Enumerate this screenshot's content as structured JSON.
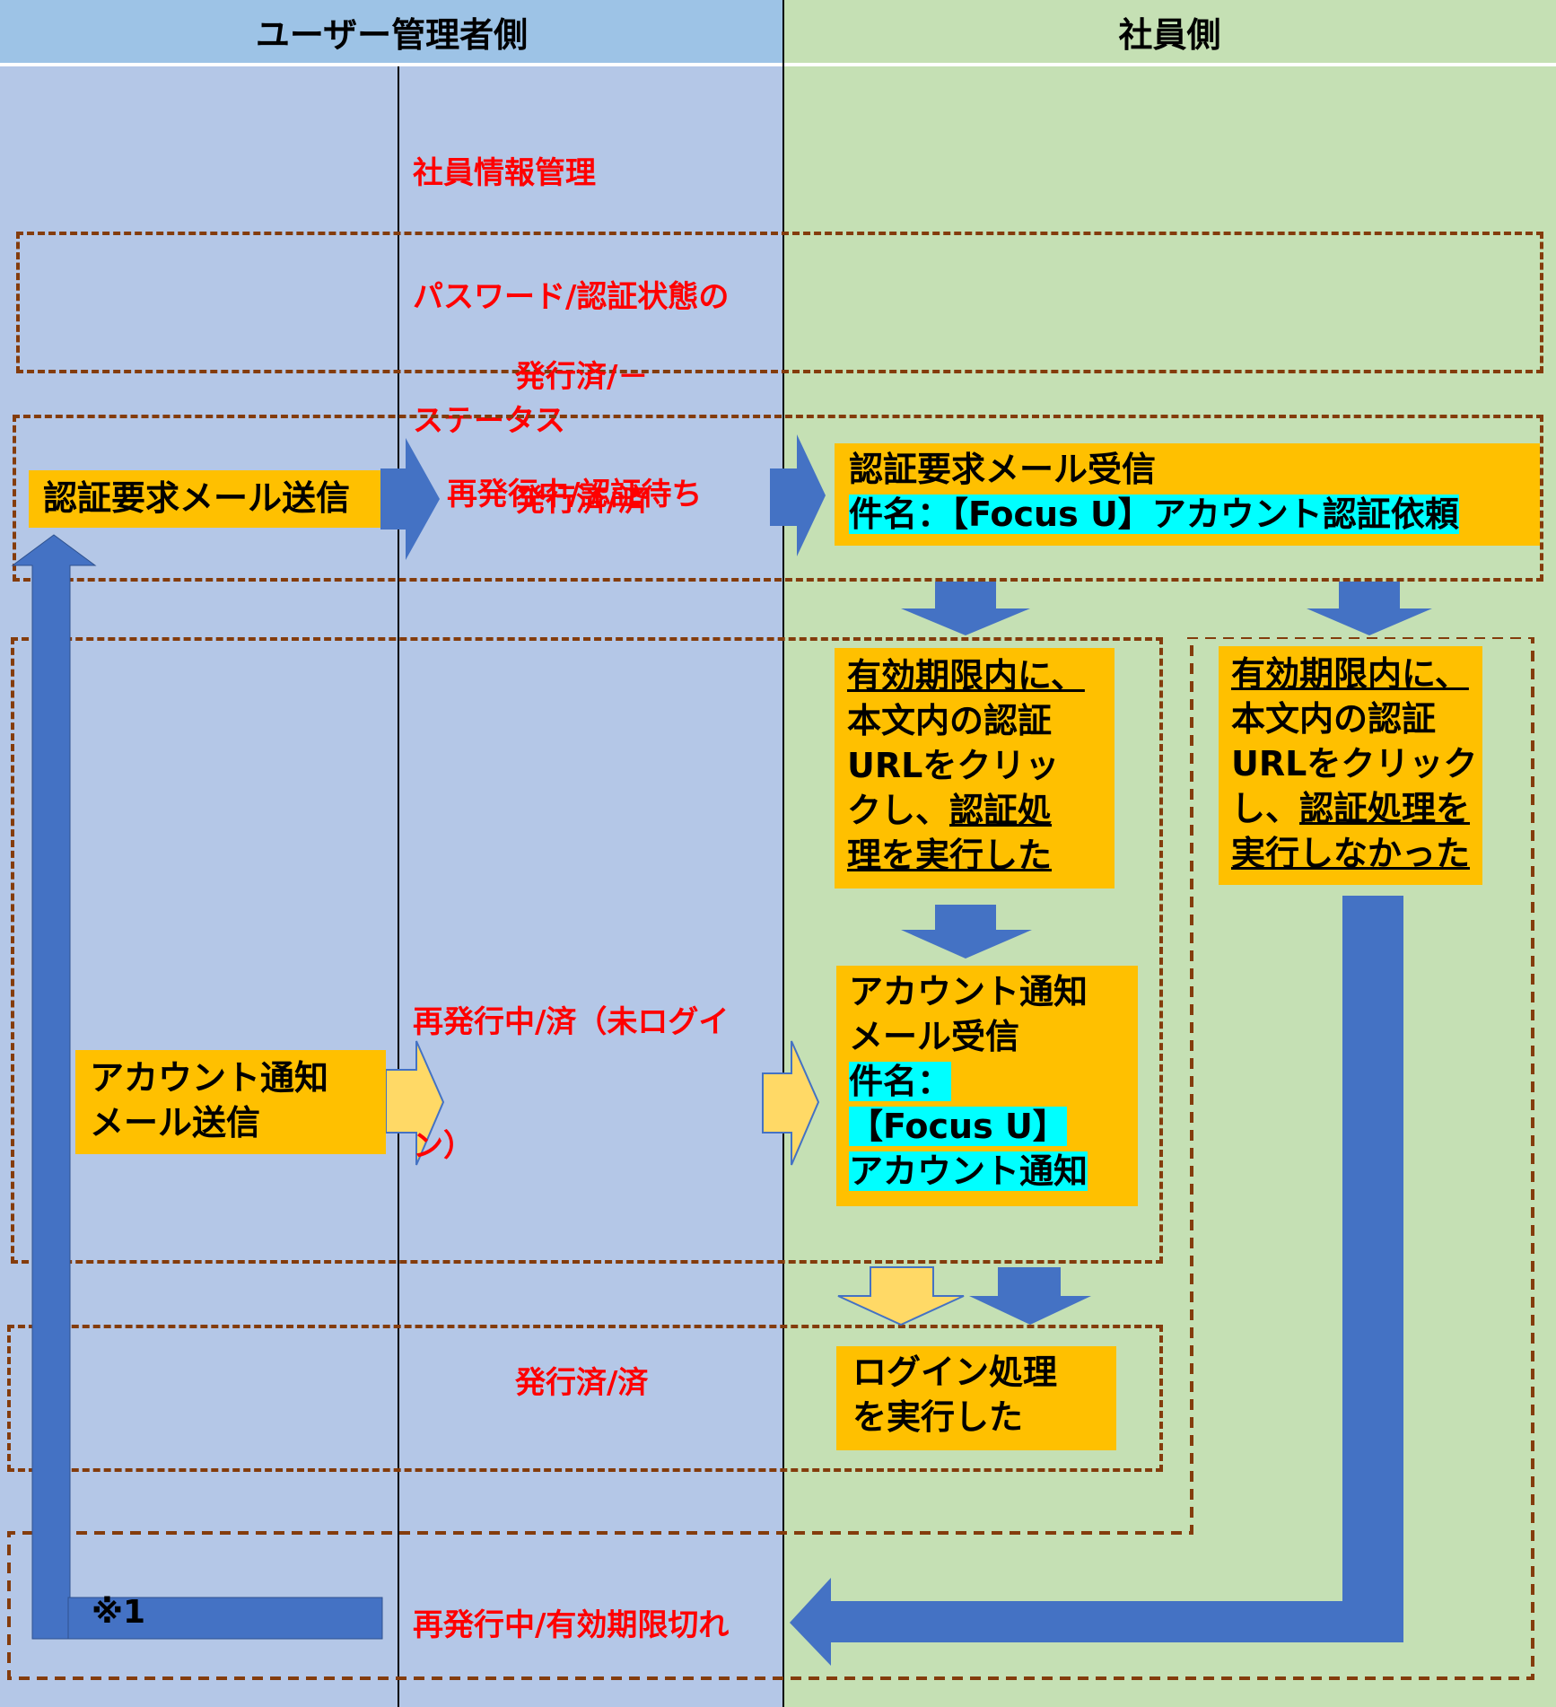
{
  "header": {
    "admin_side": "ユーザー管理者側",
    "employee_side": "社員側"
  },
  "status_header": [
    "社員情報管理",
    "パスワード/認証状態の",
    "ステータス"
  ],
  "statuses": {
    "issued": [
      "発行済/－",
      "発行済/済"
    ],
    "reissue_waiting": "再発行中/認証待ち",
    "reissue_done": [
      "再発行中/済（未ログイ",
      "ン）"
    ],
    "issued_done": "発行済/済",
    "reissue_expired": "再発行中/有効期限切れ"
  },
  "admin": {
    "send_auth_mail": "認証要求メール送信",
    "send_account_mail": [
      "アカウント通知",
      "メール送信"
    ],
    "note": "※1"
  },
  "employee": {
    "recv_auth_mail": {
      "line1": "認証要求メール受信",
      "line2": "件名：【Focus U】アカウント認証依頼"
    },
    "clicked": {
      "l1": "有効期限内に、",
      "l2": "本文内の認証",
      "l3": "URLをクリッ",
      "l4a": "クし、",
      "l4b": "認証処",
      "l5": "理を実行した"
    },
    "not_clicked": {
      "l1": "有効期限内に、",
      "l2": "本文内の認証",
      "l3": "URLをクリック",
      "l4a": "し、",
      "l4b": "認証処理を",
      "l5": "実行しなかった"
    },
    "recv_account_mail": {
      "l1": "アカウント通知",
      "l2": "メール受信",
      "l3": "件名：",
      "l4": "【Focus U】",
      "l5": "アカウント通知"
    },
    "login": [
      "ログイン処理",
      "を実行した"
    ]
  },
  "colors": {
    "blue_arrow": "#4472c4",
    "yellow_arrow": "#ffd966",
    "card": "#ffc000",
    "highlight": "#00ffff",
    "status_red": "#ff0000",
    "dashed_border": "#843c0c"
  }
}
